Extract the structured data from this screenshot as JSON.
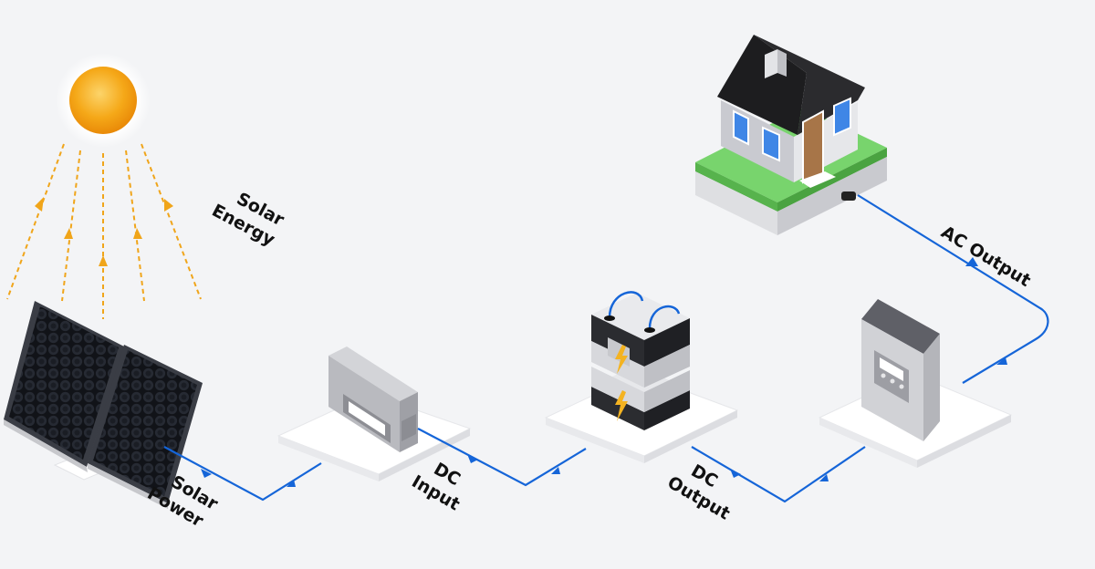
{
  "labels": {
    "solar_energy": [
      "Solar",
      "Energy"
    ],
    "solar_power": [
      "Solar",
      "Power"
    ],
    "dc_input": [
      "DC",
      "Input"
    ],
    "dc_output": [
      "DC",
      "Output"
    ],
    "ac_output": "AC Output"
  },
  "colors": {
    "background": "#f3f4f6",
    "flow_line": "#1565d8",
    "sun": "#f5a312",
    "rays": "#f0a51a",
    "roof": "#1d1d1f",
    "lawn": "#74d36b",
    "battery_bolt": "#f4b321"
  },
  "icons": [
    "sun-icon",
    "solar-panel-icon",
    "charge-controller-icon",
    "battery-stack-icon",
    "inverter-icon",
    "house-icon"
  ]
}
